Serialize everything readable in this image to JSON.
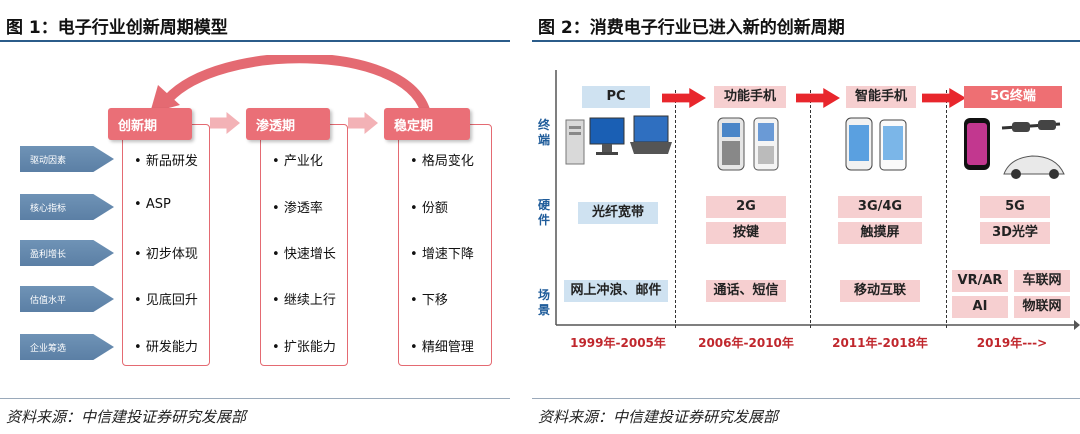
{
  "figure1": {
    "title": "图 1：电子行业创新周期模型",
    "side_labels": [
      "驱动因素",
      "核心指标",
      "盈利增长",
      "估值水平",
      "企业筹选"
    ],
    "columns": [
      {
        "header": "创新期",
        "items": [
          "新品研发",
          "ASP",
          "初步体现",
          "见底回升",
          "研发能力"
        ]
      },
      {
        "header": "渗透期",
        "items": [
          "产业化",
          "渗透率",
          "快速增长",
          "继续上行",
          "扩张能力"
        ]
      },
      {
        "header": "稳定期",
        "items": [
          "格局变化",
          "份额",
          "增速下降",
          "下移",
          "精细管理"
        ]
      }
    ],
    "source": "资料来源：中信建投证券研究发展部"
  },
  "figure2": {
    "title": "图 2：消费电子行业已进入新的创新周期",
    "row_labels": {
      "terminal": "终端",
      "hardware": "硬件",
      "scene": "场景"
    },
    "eras": [
      {
        "terminal": "PC",
        "hardware": [
          "光纤宽带"
        ],
        "scene": [
          "网上冲浪、邮件"
        ],
        "year": "1999年-2005年"
      },
      {
        "terminal": "功能手机",
        "hardware": [
          "2G",
          "按键"
        ],
        "scene": [
          "通话、短信"
        ],
        "year": "2006年-2010年"
      },
      {
        "terminal": "智能手机",
        "hardware": [
          "3G/4G",
          "触摸屏"
        ],
        "scene": [
          "移动互联"
        ],
        "year": "2011年-2018年"
      },
      {
        "terminal": "5G终端",
        "hardware": [
          "5G",
          "3D光学"
        ],
        "scene": [
          "VR/AR",
          "车联网",
          "AI",
          "物联网"
        ],
        "year": "2019年--->"
      }
    ],
    "source": "资料来源：中信建投证券研究发展部"
  },
  "colors": {
    "accent_blue": "#2b5c8a",
    "pink": "#ea6f77",
    "red": "#e8262c"
  }
}
